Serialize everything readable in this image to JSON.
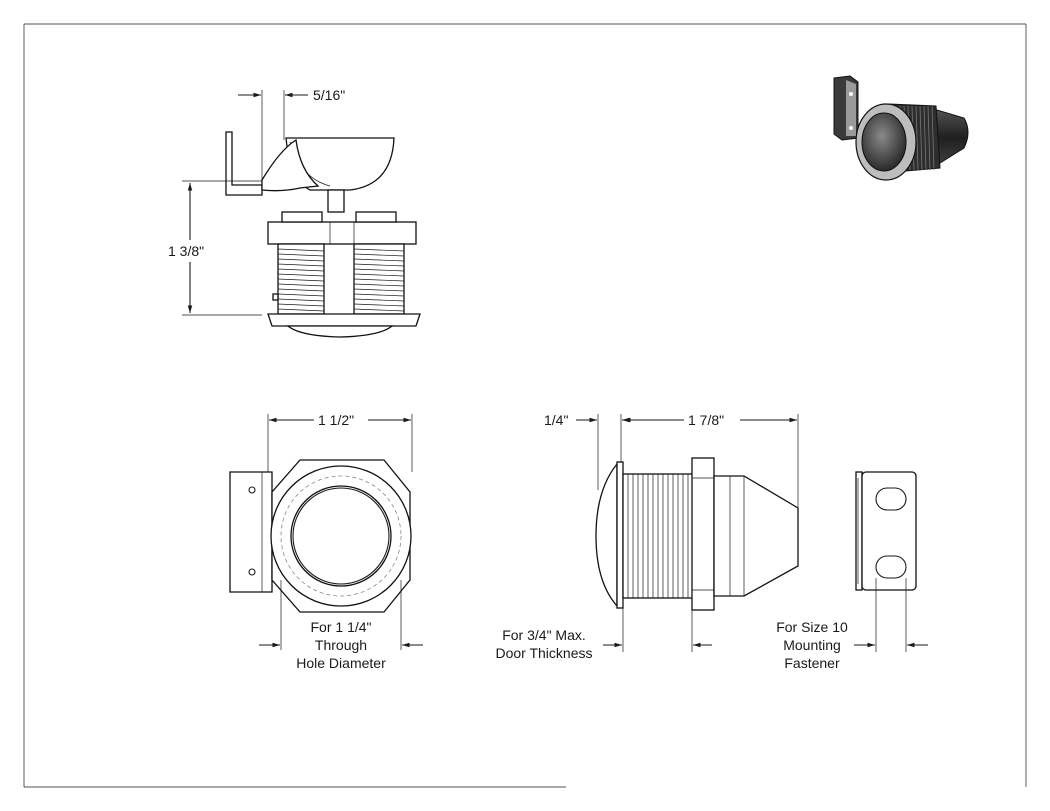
{
  "dimensions": {
    "top_offset": "5/16\"",
    "height": "1 3/8\"",
    "width": "1 1/2\"",
    "flange_thickness": "1/4\"",
    "length": "1 7/8\""
  },
  "notes": {
    "hole": [
      "For 1 1/4\"",
      "Through",
      "Hole Diameter"
    ],
    "door": [
      "For 3/4\" Max.",
      "Door Thickness"
    ],
    "fastener": [
      "For Size 10",
      "Mounting",
      "Fastener"
    ]
  }
}
